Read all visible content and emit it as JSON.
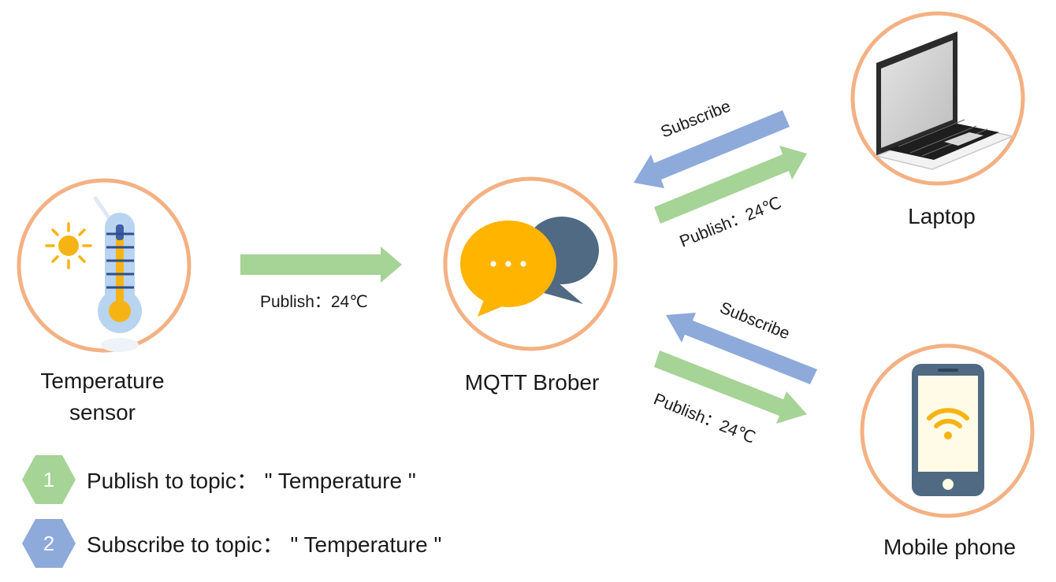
{
  "nodes": {
    "sensor": {
      "label_line1": "Temperature",
      "label_line2": "sensor",
      "icon": "thermometer-sun-icon"
    },
    "broker": {
      "label": "MQTT Brober",
      "icon": "chat-bubbles-icon"
    },
    "laptop": {
      "label": "Laptop",
      "icon": "laptop-icon"
    },
    "phone": {
      "label": "Mobile phone",
      "icon": "smartphone-wifi-icon"
    }
  },
  "arrows": {
    "sensor_publish": "Publish：24℃",
    "laptop_subscribe": "Subscribe",
    "laptop_publish": "Publish：24℃",
    "phone_subscribe": "Subscribe",
    "phone_publish": "Publish：24℃"
  },
  "legend": [
    {
      "number": "1",
      "text": "Publish to topic： \" Temperature \"",
      "color": "#a6d396"
    },
    {
      "number": "2",
      "text": "Subscribe to topic： \" Temperature \"",
      "color": "#8eaadb"
    }
  ],
  "colors": {
    "publish_arrow": "#a6d396",
    "subscribe_arrow": "#8eaadb",
    "circle_outline": "#f4b183"
  }
}
